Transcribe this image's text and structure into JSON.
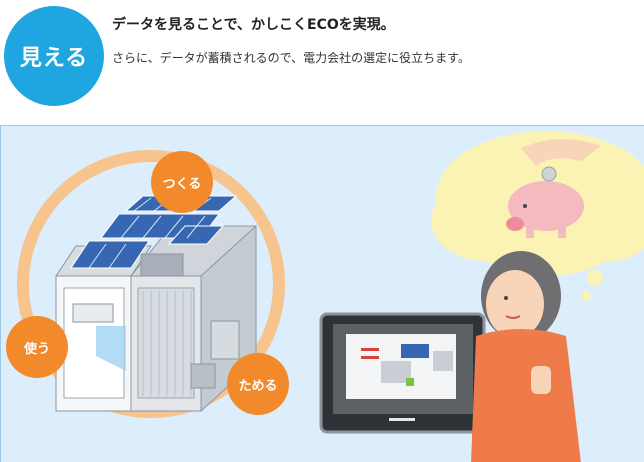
{
  "header": {
    "badge": "見える",
    "headline": "データを見ることで、かしこくECOを実現。",
    "subline": "さらに、データが蓄積されるので、電力会社の選定に役立ちます。"
  },
  "cycle": {
    "make": "つくる",
    "use": "使う",
    "store": "ためる"
  },
  "colors": {
    "badge": "#1fa6e0",
    "accent": "#f28a2c",
    "background": "#dceefb",
    "thought": "#fbf3b4"
  }
}
